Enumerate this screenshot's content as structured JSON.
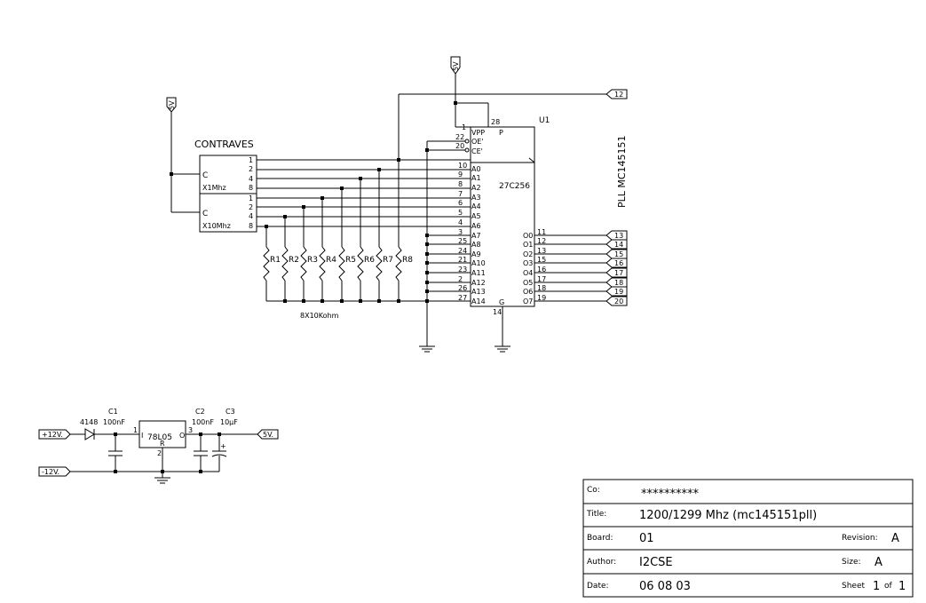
{
  "power": {
    "vcc_a": "5V",
    "vcc_b": "5V",
    "in_pos": "+12V.",
    "in_neg": "-12V.",
    "out": "5V."
  },
  "switches": {
    "title": "CONTRAVES",
    "sw1": {
      "common": "C",
      "name": "X1Mhz",
      "pins": [
        "1",
        "2",
        "4",
        "8"
      ]
    },
    "sw2": {
      "common": "C",
      "name": "X10Mhz",
      "pins": [
        "1",
        "2",
        "4",
        "8"
      ]
    }
  },
  "resistors": {
    "labels": [
      "R1",
      "R2",
      "R3",
      "R4",
      "R5",
      "R6",
      "R7",
      "R8"
    ],
    "note": "8X10Kohm"
  },
  "eprom": {
    "ref": "U1",
    "part": "27C256",
    "vpp_label": "VPP",
    "p_label": "P",
    "vpp_pin": "1",
    "vcc_pin": "28",
    "ctrl": [
      {
        "pin": "22",
        "name": "OE'"
      },
      {
        "pin": "20",
        "name": "CE'"
      }
    ],
    "addr": [
      {
        "pin": "10",
        "name": "A0"
      },
      {
        "pin": "9",
        "name": "A1"
      },
      {
        "pin": "8",
        "name": "A2"
      },
      {
        "pin": "7",
        "name": "A3"
      },
      {
        "pin": "6",
        "name": "A4"
      },
      {
        "pin": "5",
        "name": "A5"
      },
      {
        "pin": "4",
        "name": "A6"
      },
      {
        "pin": "3",
        "name": "A7"
      },
      {
        "pin": "25",
        "name": "A8"
      },
      {
        "pin": "24",
        "name": "A9"
      },
      {
        "pin": "21",
        "name": "A10"
      },
      {
        "pin": "23",
        "name": "A11"
      },
      {
        "pin": "2",
        "name": "A12"
      },
      {
        "pin": "26",
        "name": "A13"
      },
      {
        "pin": "27",
        "name": "A14"
      }
    ],
    "data": [
      {
        "pin": "11",
        "name": "O0",
        "net": "13"
      },
      {
        "pin": "12",
        "name": "O1",
        "net": "14"
      },
      {
        "pin": "13",
        "name": "O2",
        "net": "15"
      },
      {
        "pin": "15",
        "name": "O3",
        "net": "16"
      },
      {
        "pin": "16",
        "name": "O4",
        "net": "17"
      },
      {
        "pin": "17",
        "name": "O5",
        "net": "18"
      },
      {
        "pin": "18",
        "name": "O6",
        "net": "19"
      },
      {
        "pin": "19",
        "name": "O7",
        "net": "20"
      }
    ],
    "gnd_name": "G",
    "gnd_pin": "14",
    "vcc_net": "12",
    "side_label": "PLL MC145151"
  },
  "regulator": {
    "diode": "4148",
    "c1": {
      "ref": "C1",
      "value": "100nF"
    },
    "c2": {
      "ref": "C2",
      "value": "100nF"
    },
    "c3": {
      "ref": "C3",
      "value": "10µF"
    },
    "part": "78L05",
    "pin_in": "I",
    "pin_out": "O",
    "pin_ref": "R",
    "pin1": "1",
    "pin2": "2",
    "pin3": "3",
    "plus": "+"
  },
  "titleblock": {
    "co_label": "Co:",
    "co": "**********",
    "title_label": "Title:",
    "title": "1200/1299 Mhz (mc145151pll)",
    "board_label": "Board:",
    "board": "01",
    "rev_label": "Revision:",
    "rev": "A",
    "author_label": "Author:",
    "author": "I2CSE",
    "size_label": "Size:",
    "size": "A",
    "date_label": "Date:",
    "date": "06 08 03",
    "sheet_label": "Sheet",
    "sheet": "1",
    "of_label": "of",
    "sheets": "1"
  }
}
